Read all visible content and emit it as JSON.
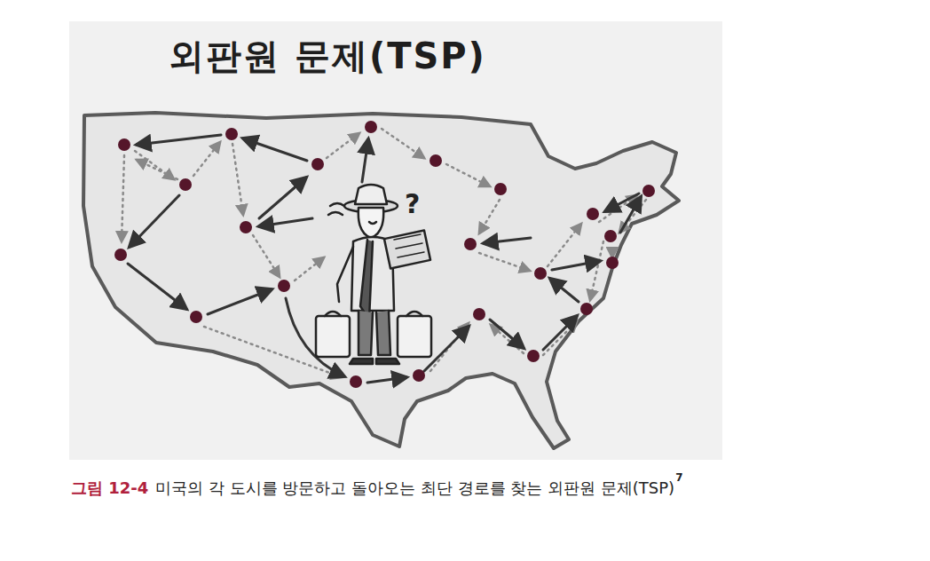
{
  "diagram": {
    "title": "외판원 문제(TSP)",
    "caption": "미국의 각 도시를 방문하고 돌아오는 최단 경로를 찾는 외판원 문제(TSP)",
    "labels": [
      "?",
      "그림 12-4",
      "7"
    ]
  }
}
